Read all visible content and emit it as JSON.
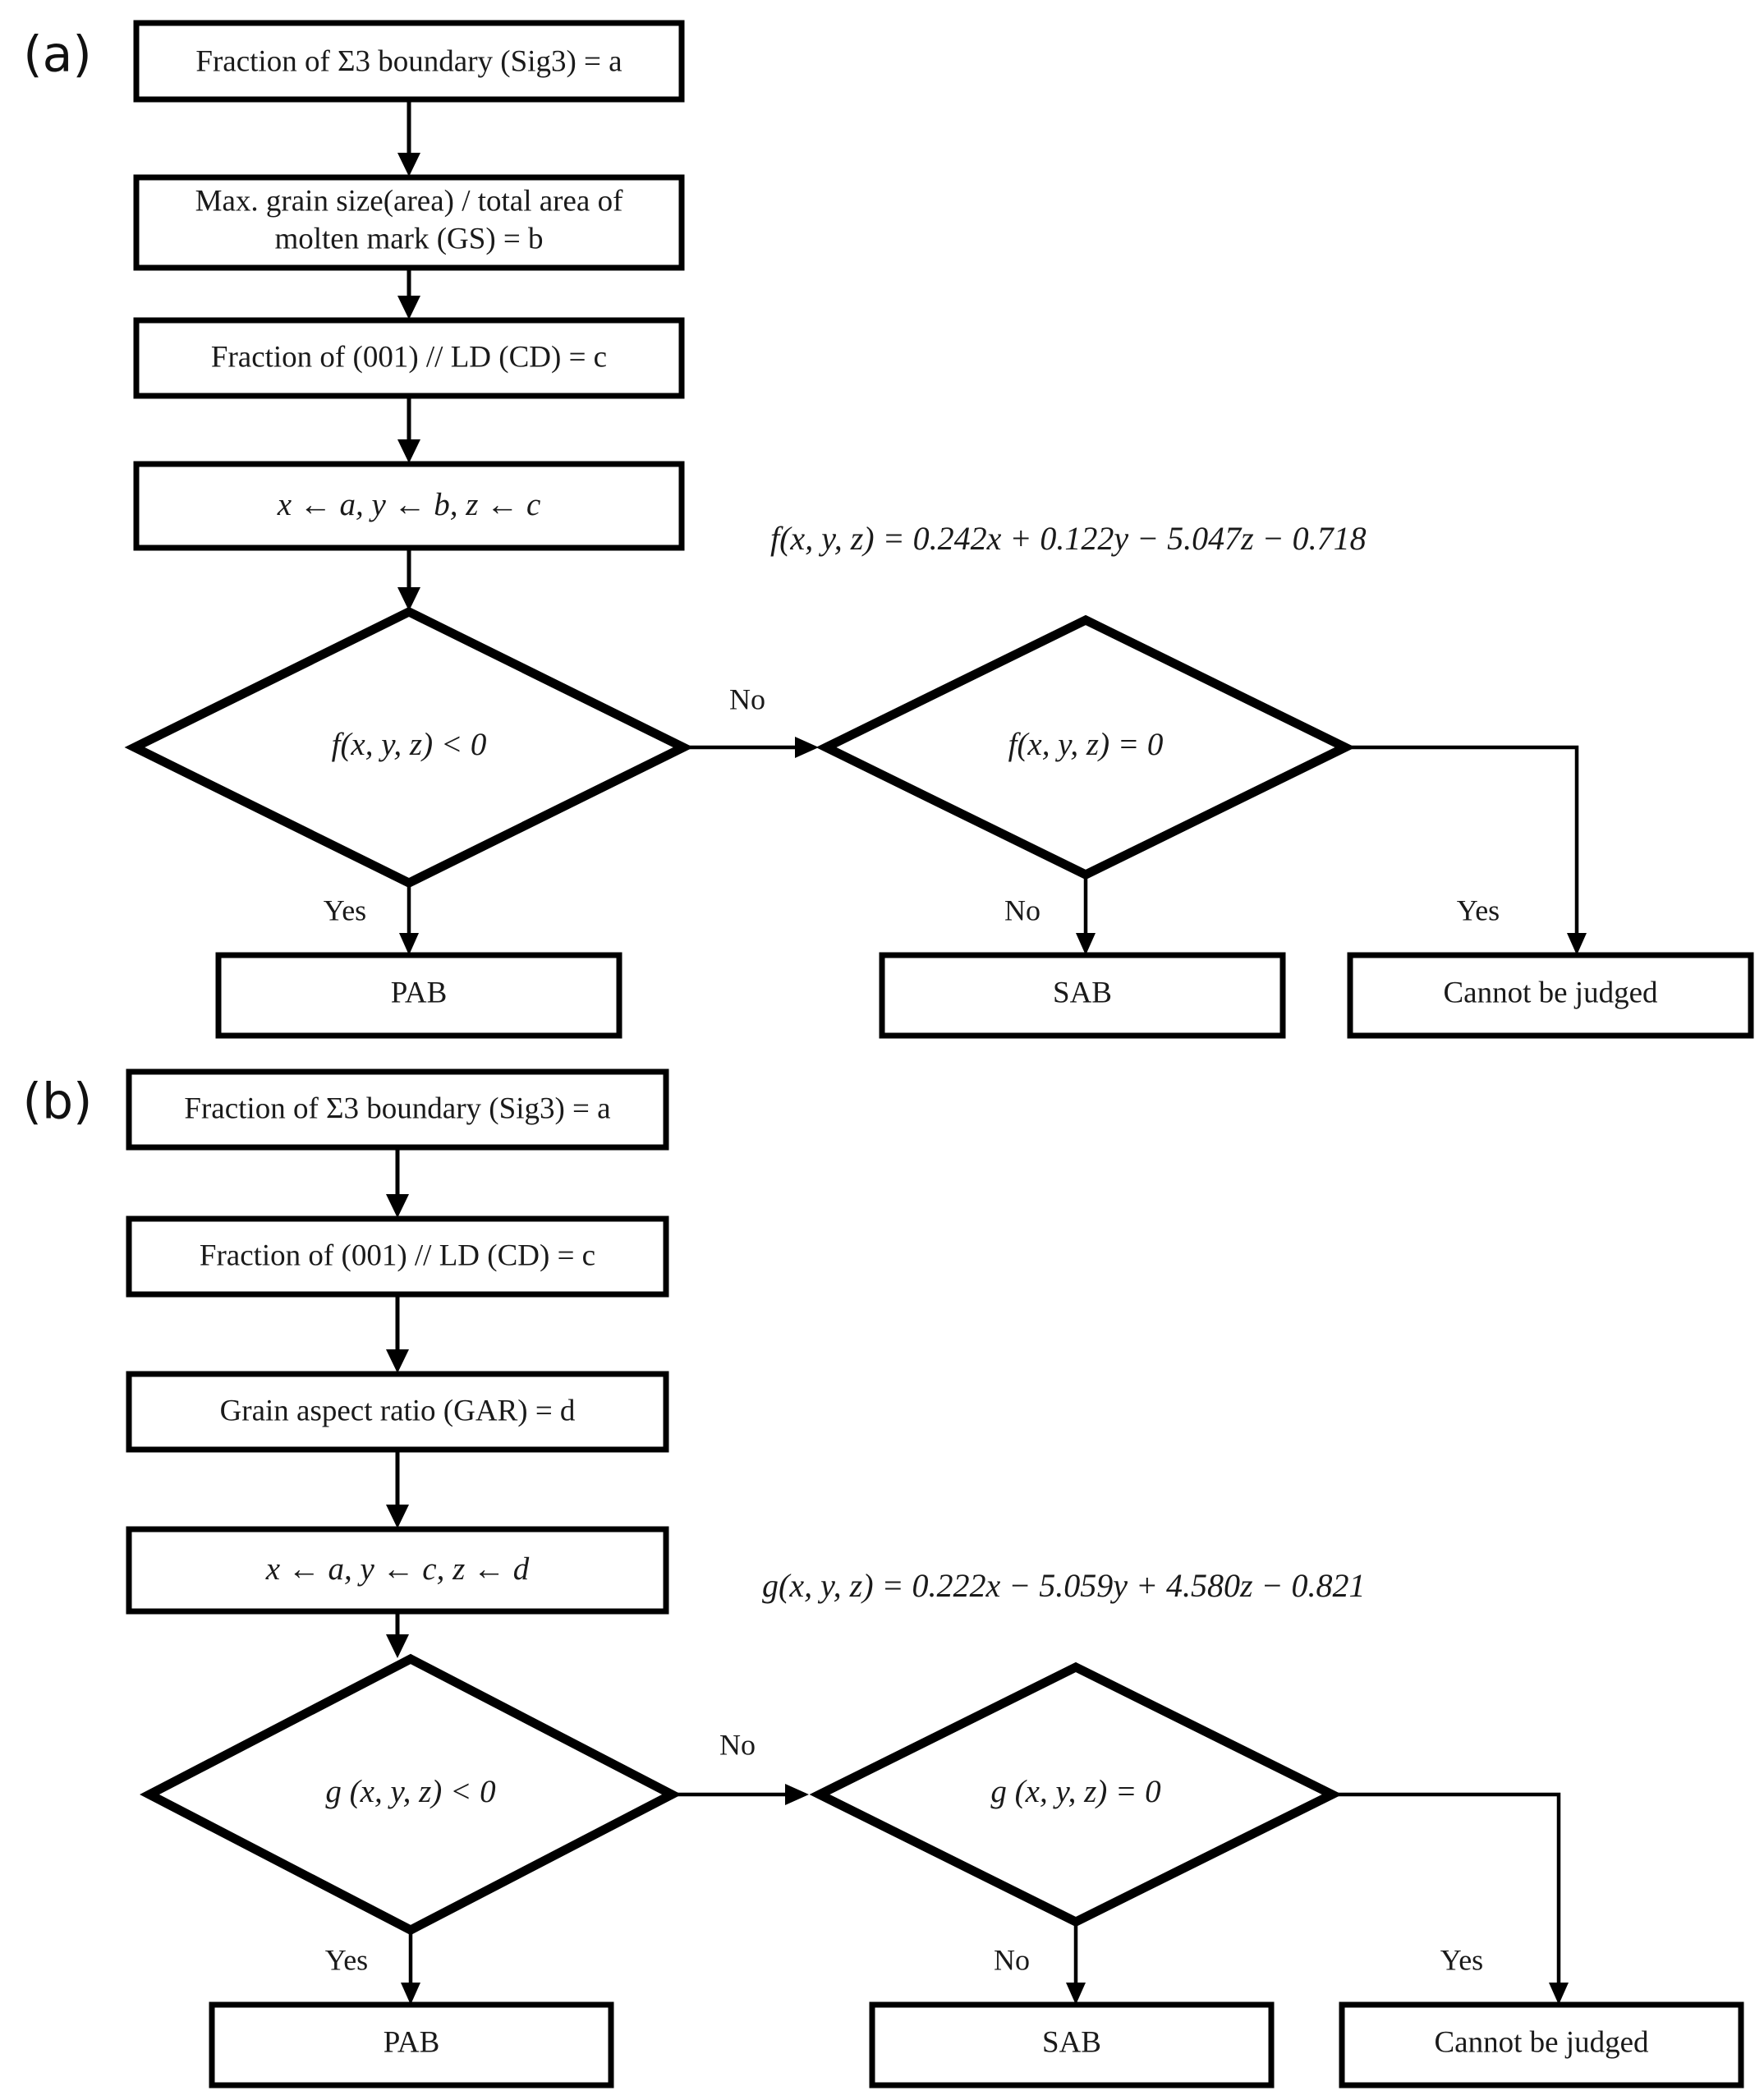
{
  "figure": {
    "type": "flowchart",
    "background_color": "#ffffff",
    "line_color": "#000000",
    "text_color": "#1a1a1a",
    "panels": [
      {
        "id": "panel-a",
        "label": "(a)",
        "equation": "f(x, y, z)  =  0.242x + 0.122y − 5.047z − 0.718",
        "nodes": {
          "input1": "Fraction of Σ3 boundary (Sig3) = a",
          "input2_line1": "Max. grain size(area) / total area of",
          "input2_line2": "molten mark (GS) = b",
          "input3": "Fraction of (001) // LD (CD) = c",
          "assign": "x ← a, y ← b, z ← c",
          "decision1": "f(x, y, z)  <  0",
          "decision2": "f(x, y, z)  =  0",
          "result_pab": "PAB",
          "result_sab": "SAB",
          "result_cannot": "Cannot be judged"
        },
        "edge_labels": {
          "d1_no": "No",
          "d1_yes": "Yes",
          "d2_no": "No",
          "d2_yes": "Yes"
        }
      },
      {
        "id": "panel-b",
        "label": "(b)",
        "equation": "g(x, y, z)  =  0.222x − 5.059y + 4.580z − 0.821",
        "nodes": {
          "input1": "Fraction of Σ3 boundary (Sig3) = a",
          "input2": "Fraction of (001) // LD (CD) = c",
          "input3": "Grain aspect ratio (GAR) = d",
          "assign": "x ← a, y ← c, z ← d",
          "decision1": "g (x, y, z)  <  0",
          "decision2": "g (x, y, z)  =  0",
          "result_pab": "PAB",
          "result_sab": "SAB",
          "result_cannot": "Cannot be judged"
        },
        "edge_labels": {
          "d1_no": "No",
          "d1_yes": "Yes",
          "d2_no": "No",
          "d2_yes": "Yes"
        }
      }
    ]
  }
}
